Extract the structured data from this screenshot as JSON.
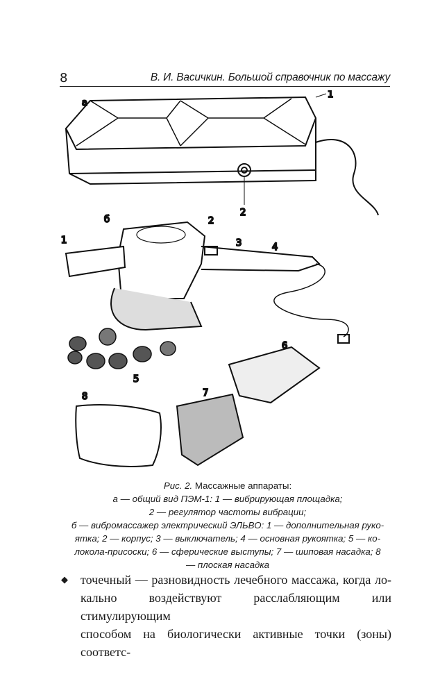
{
  "header": {
    "page_number": "8",
    "running_title": "В. И. Васичкин. Большой справочник по массажу"
  },
  "figure": {
    "labels": {
      "a": "а",
      "a1": "1",
      "a2": "2",
      "b": "б",
      "b1": "1",
      "b2": "2",
      "b3": "3",
      "b4": "4",
      "n5": "5",
      "n6": "6",
      "n7": "7",
      "n8": "8"
    }
  },
  "caption": {
    "fig_ref": "Рис. 2.",
    "title": "Массажные аппараты:",
    "lines": [
      "а — общий вид ПЭМ-1: 1 — вибрирующая площадка;",
      "2 — регулятор частоты вибрации;",
      "б — вибромассажер электрический ЭЛЬВО: 1 — дополнительная руко-",
      "ятка; 2 — корпус; 3 — выключатель; 4 — основная рукоятка; 5 — ко-",
      "локола-присоски; 6 — сферические выступы; 7 — шиповая насадка; 8",
      "— плоская насадка"
    ]
  },
  "body": {
    "bullet": "◆",
    "lines": [
      "точечный — разновидность лечебного массажа, когда ло-",
      "кально воздействуют расслабляющим или стимулирующим",
      "способом на биологически активные точки (зоны) соответс-"
    ]
  }
}
